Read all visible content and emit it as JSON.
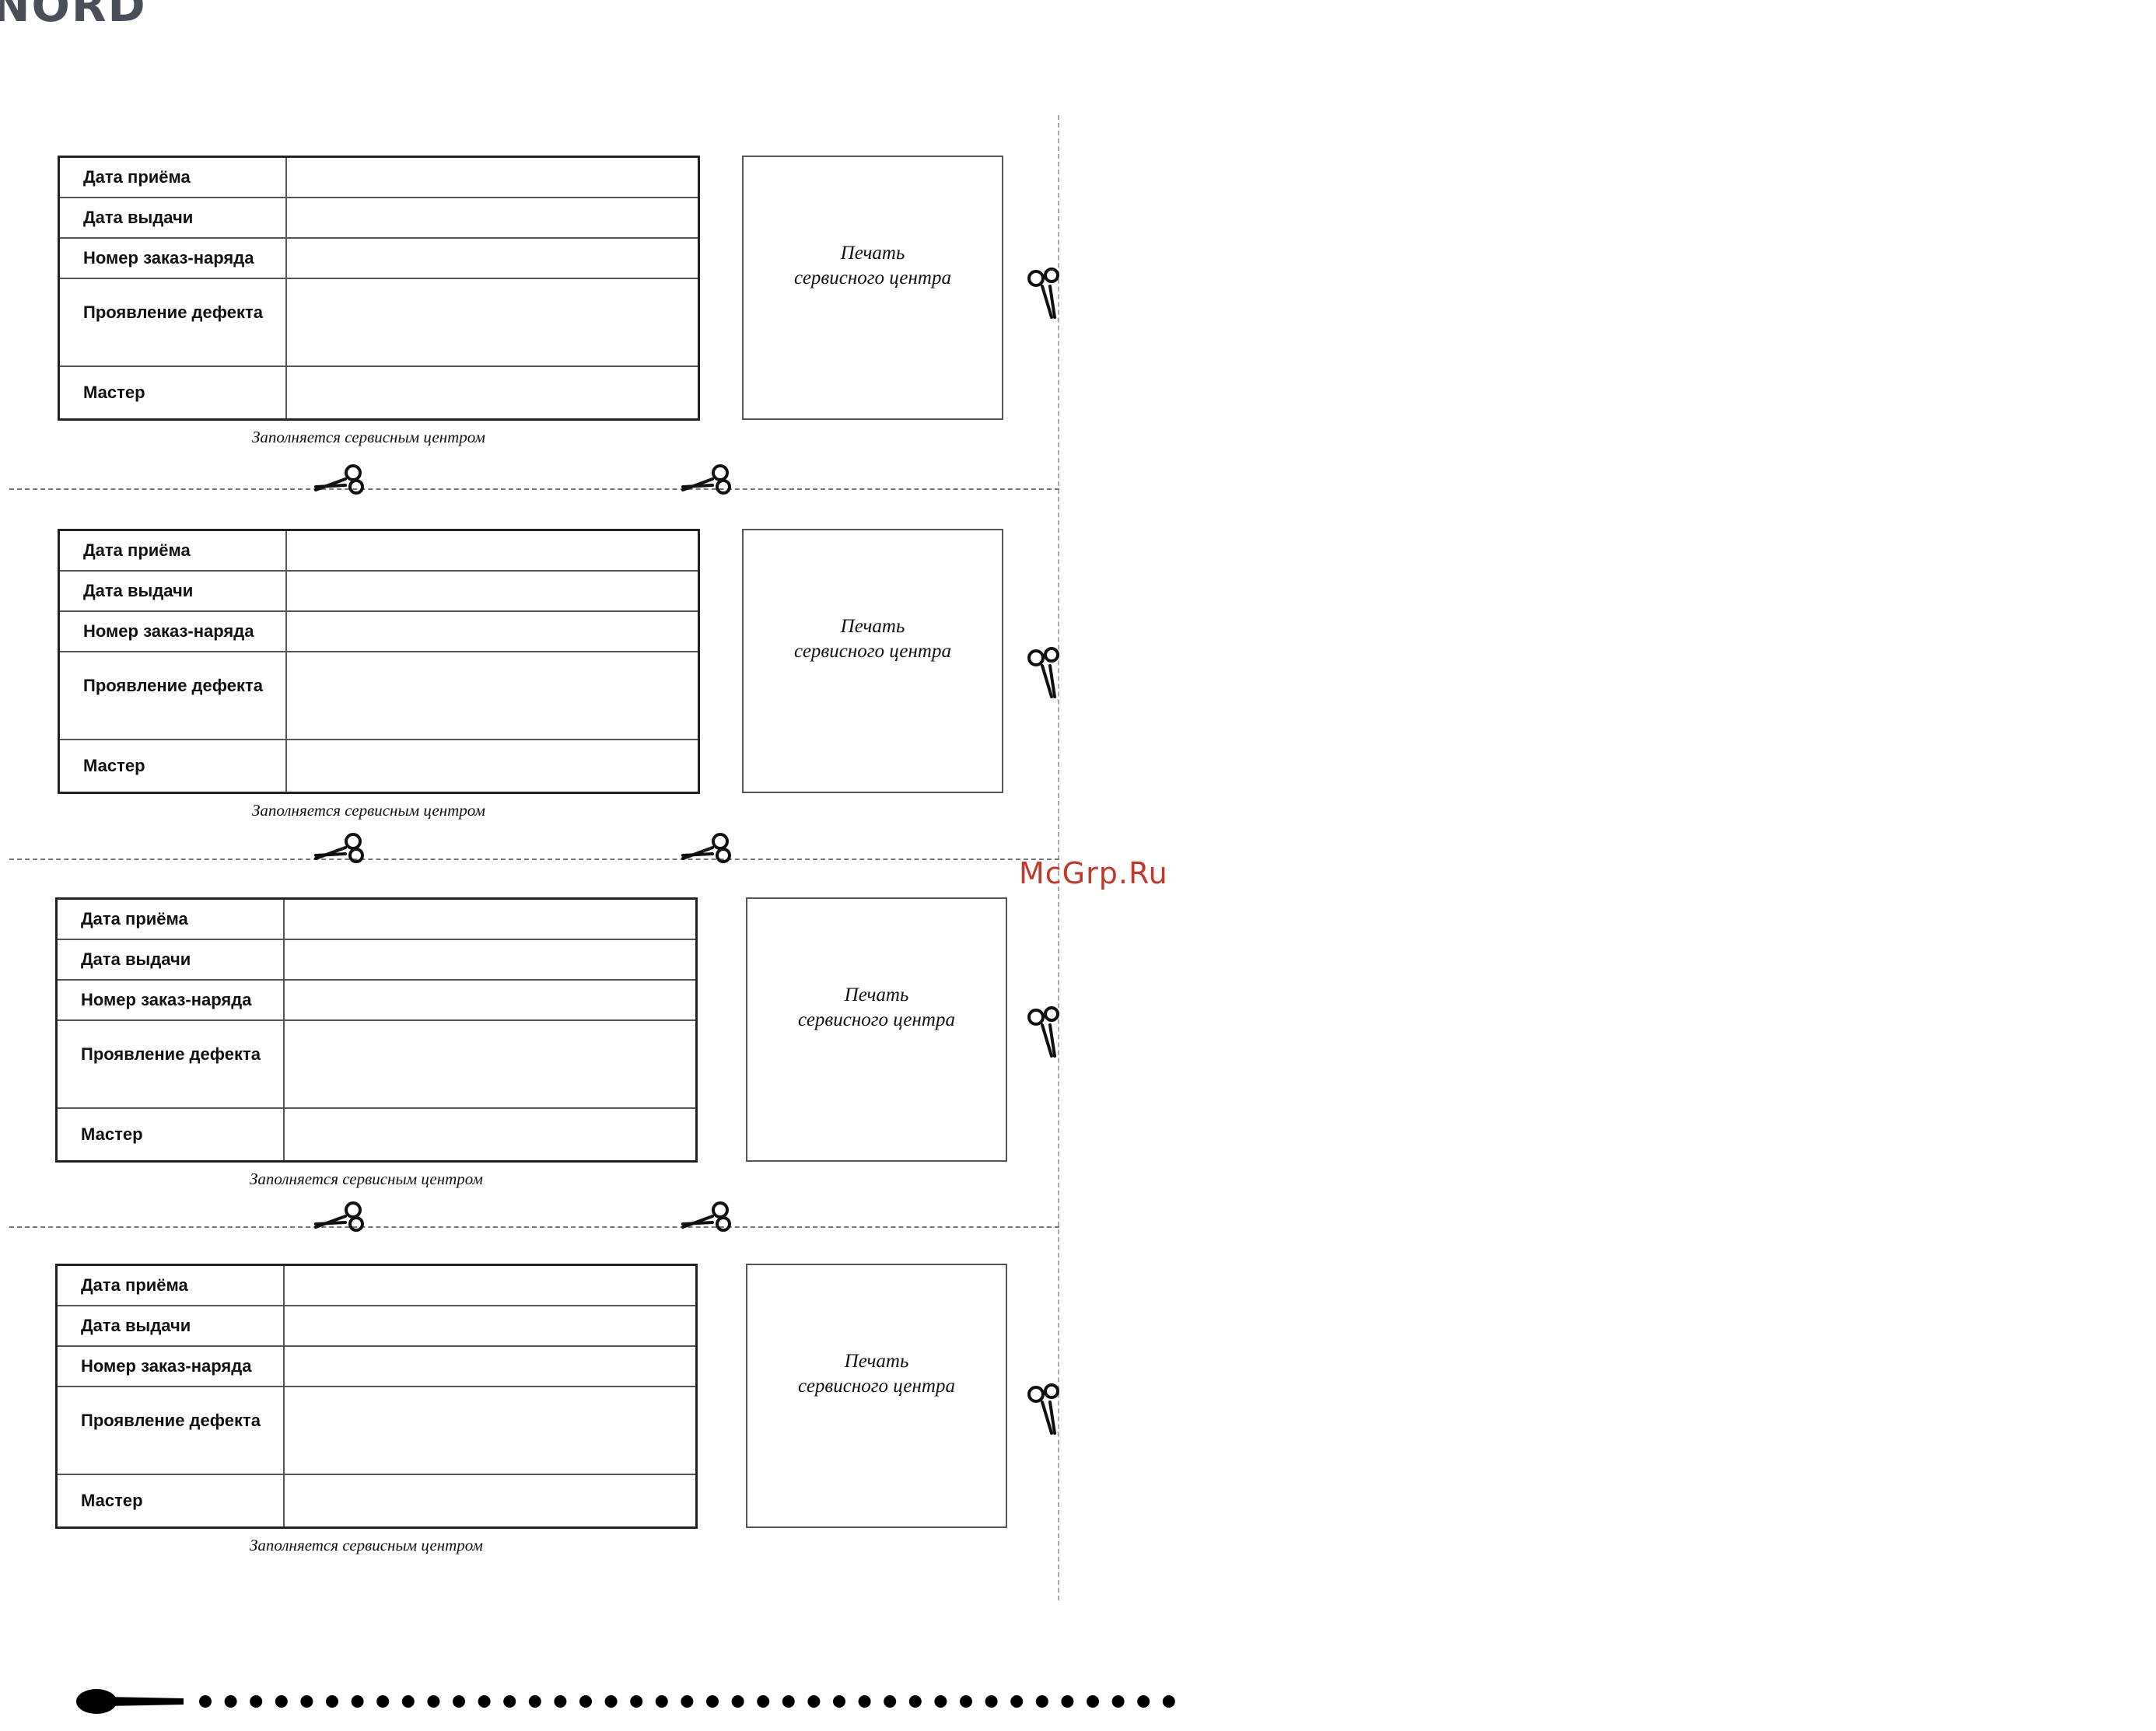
{
  "brand": {
    "logo": "NORD"
  },
  "coupon_labels": {
    "date_received": "Дата приёма",
    "date_issued": "Дата выдачи",
    "order_number": "Номер заказ-наряда",
    "defect": "Проявление дефекта",
    "master": "Мастер",
    "stamp_line1": "Печать",
    "stamp_line2": "сервисного центра",
    "note": "Заполняется сервисным центром"
  },
  "watermark": "McGrp.Ru",
  "icons": {
    "cut": "scissors-icon",
    "footer": "dotted-rule"
  }
}
